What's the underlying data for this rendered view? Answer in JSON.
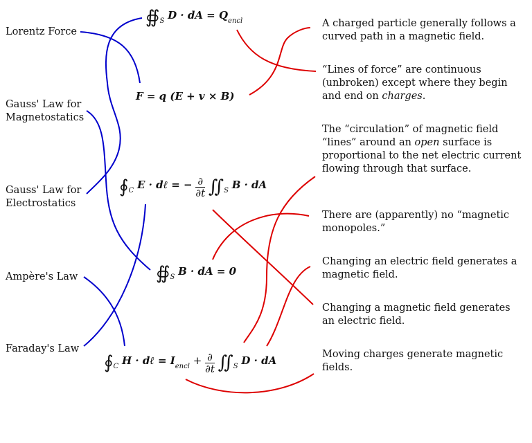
{
  "laws": [
    {
      "id": "lorentz",
      "label": "Lorentz Force"
    },
    {
      "id": "gauss-mag",
      "label": "Gauss' Law for\nMagnetostatics"
    },
    {
      "id": "gauss-elec",
      "label": "Gauss' Law for\nElectrostatics"
    },
    {
      "id": "ampere",
      "label": "Ampère's Law"
    },
    {
      "id": "faraday",
      "label": "Faraday's Law"
    }
  ],
  "equations": {
    "gauss_electric": {
      "lhs": "∯",
      "sub": "S",
      "body": "D · dA = Q",
      "rhs_sub": "encl"
    },
    "lorentz": {
      "text": "F = q (E + v × B)"
    },
    "faraday": {
      "lhs": "∮",
      "sub": "C",
      "body": "E · dℓ = −",
      "frac_num": "∂",
      "frac_den": "∂t",
      "tail": "∬",
      "tail_sub": "S",
      "tail_body": "B · dA"
    },
    "gauss_magnetic": {
      "lhs": "∯",
      "sub": "S",
      "body": "B · dA = 0"
    },
    "ampere": {
      "lhs": "∮",
      "sub": "C",
      "body": "H · dℓ = I",
      "rhs_sub": "encl",
      "plus": "+",
      "frac_num": "∂",
      "frac_den": "∂t",
      "tail": "∬",
      "tail_sub": "S",
      "tail_body": "D · dA"
    }
  },
  "statements": [
    {
      "id": "curved-path",
      "text": "A charged particle generally follows a curved path in a magnetic field."
    },
    {
      "id": "lines-of-force",
      "text": "“Lines of force” are continuous (unbroken) except where they begin and end on ",
      "em": "charges",
      "tail": "."
    },
    {
      "id": "circulation",
      "pre": "The “circulation” of magnetic field “lines” around an ",
      "em": "open",
      "tail": " surface is proportional to the net electric current flowing through that surface."
    },
    {
      "id": "monopoles",
      "text": "There are (apparently) no “magnetic monopoles.”"
    },
    {
      "id": "changing-electric",
      "text": "Changing an electric field generates a magnetic field."
    },
    {
      "id": "changing-magnetic",
      "text": "Changing a magnetic field generates an electric field."
    },
    {
      "id": "moving-charges",
      "text": "Moving charges generate magnetic fields."
    }
  ],
  "colors": {
    "law_connector": "#0000cc",
    "statement_connector": "#dd0000",
    "text": "#111111"
  }
}
